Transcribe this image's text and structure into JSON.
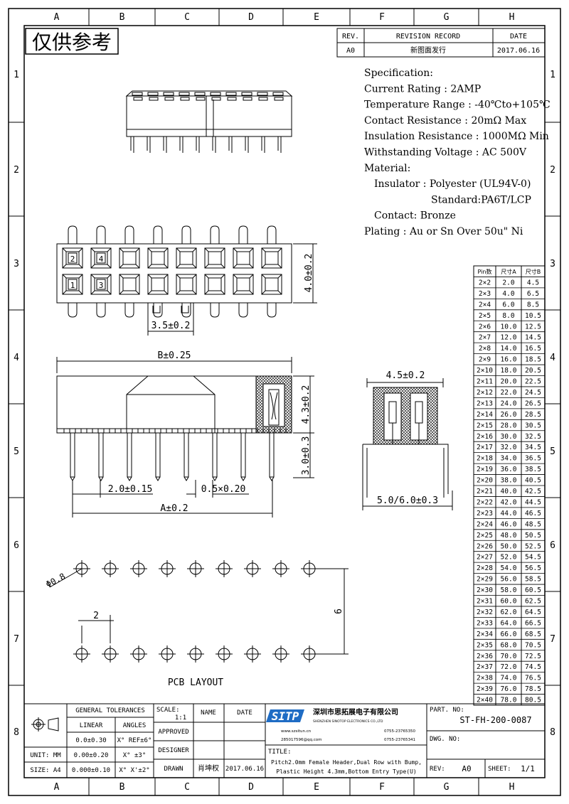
{
  "grid": {
    "cols": [
      "A",
      "B",
      "C",
      "D",
      "E",
      "F",
      "G",
      "H"
    ],
    "rows": [
      "1",
      "2",
      "3",
      "4",
      "5",
      "6",
      "7",
      "8"
    ]
  },
  "stamp": "仅供参考",
  "revision": {
    "rev_header": "REV.",
    "record_header": "REVISION RECORD",
    "date_header": "DATE",
    "rev": "A0",
    "record": "新图面发行",
    "date": "2017.06.16"
  },
  "spec": {
    "lines": [
      "Specification:",
      "Current Rating : 2AMP",
      "Temperature Range : -40℃to+105℃",
      "Contact Resistance : 20mΩ Max",
      "Insulation Resistance : 1000MΩ Min",
      "Withstanding Voltage : AC 500V",
      "Material:",
      "Insulator : Polyester (UL94V-0)",
      "Standard:PA6T/LCP",
      "Contact: Bronze",
      "Plating : Au or Sn Over 50u\" Ni"
    ]
  },
  "dims": {
    "top_height": "4.0±0.2",
    "top_pitch": "3.5±0.2",
    "b_width": "B±0.25",
    "h43": "4.3±0.2",
    "h30": "3.0±0.3",
    "pitch": "2.0±0.15",
    "pin": "0.5×0.20",
    "a_width": "A±0.2",
    "side_top": "4.5±0.2",
    "side_bottom": "5.0/6.0±0.3",
    "pad_dia": "Φ0.8",
    "pcb_pitch": "2",
    "pcb_row": "6",
    "pcb_title": "PCB LAYOUT"
  },
  "pin_labels": [
    "2",
    "4",
    "1",
    "3"
  ],
  "table": {
    "headers": [
      "Pin数",
      "尺寸A",
      "尺寸B"
    ],
    "rows": [
      [
        "2×2",
        "2.0",
        "4.5"
      ],
      [
        "2×3",
        "4.0",
        "6.5"
      ],
      [
        "2×4",
        "6.0",
        "8.5"
      ],
      [
        "2×5",
        "8.0",
        "10.5"
      ],
      [
        "2×6",
        "10.0",
        "12.5"
      ],
      [
        "2×7",
        "12.0",
        "14.5"
      ],
      [
        "2×8",
        "14.0",
        "16.5"
      ],
      [
        "2×9",
        "16.0",
        "18.5"
      ],
      [
        "2×10",
        "18.0",
        "20.5"
      ],
      [
        "2×11",
        "20.0",
        "22.5"
      ],
      [
        "2×12",
        "22.0",
        "24.5"
      ],
      [
        "2×13",
        "24.0",
        "26.5"
      ],
      [
        "2×14",
        "26.0",
        "28.5"
      ],
      [
        "2×15",
        "28.0",
        "30.5"
      ],
      [
        "2×16",
        "30.0",
        "32.5"
      ],
      [
        "2×17",
        "32.0",
        "34.5"
      ],
      [
        "2×18",
        "34.0",
        "36.5"
      ],
      [
        "2×19",
        "36.0",
        "38.5"
      ],
      [
        "2×20",
        "38.0",
        "40.5"
      ],
      [
        "2×21",
        "40.0",
        "42.5"
      ],
      [
        "2×22",
        "42.0",
        "44.5"
      ],
      [
        "2×23",
        "44.0",
        "46.5"
      ],
      [
        "2×24",
        "46.0",
        "48.5"
      ],
      [
        "2×25",
        "48.0",
        "50.5"
      ],
      [
        "2×26",
        "50.0",
        "52.5"
      ],
      [
        "2×27",
        "52.0",
        "54.5"
      ],
      [
        "2×28",
        "54.0",
        "56.5"
      ],
      [
        "2×29",
        "56.0",
        "58.5"
      ],
      [
        "2×30",
        "58.0",
        "60.5"
      ],
      [
        "2×31",
        "60.0",
        "62.5"
      ],
      [
        "2×32",
        "62.0",
        "64.5"
      ],
      [
        "2×33",
        "64.0",
        "66.5"
      ],
      [
        "2×34",
        "66.0",
        "68.5"
      ],
      [
        "2×35",
        "68.0",
        "70.5"
      ],
      [
        "2×36",
        "70.0",
        "72.5"
      ],
      [
        "2×37",
        "72.0",
        "74.5"
      ],
      [
        "2×38",
        "74.0",
        "76.5"
      ],
      [
        "2×39",
        "76.0",
        "78.5"
      ],
      [
        "2×40",
        "78.0",
        "80.5"
      ]
    ]
  },
  "title_block": {
    "gen_tol": "GENERAL TOLERANCES",
    "linear": "LINEAR",
    "angles": "ANGLES",
    "tol1": "0.0±0.30",
    "ang1": "X° REF±6°",
    "tol2": "0.00±0.20",
    "ang2": "X° ±3°",
    "tol3": "0.000±0.10",
    "ang3": "X° X'±2°",
    "unit": "UNIT: MM",
    "size": "SIZE: A4",
    "scale_label": "SCALE:",
    "scale": "1:1",
    "name": "NAME",
    "date": "DATE",
    "approved": "APPROVED",
    "designer": "DESIGNER",
    "drawn": "DRAWN",
    "drawn_name": "肖坤权",
    "drawn_date": "2017.06.16",
    "company_cn": "深圳市思拓展电子有限公司",
    "company_en": "SHENZHEN SINOTOP ELECTRONICS CO.,LTD",
    "web": "www.szsitun.cn",
    "email": "285017596@qq.com",
    "tel1": "0755-23765350",
    "tel2": "0755-23765341",
    "logo": "SITP",
    "title_label": "TITLE:",
    "title1": "Pitch2.0mm Female Header,Dual Row with Bump,",
    "title2": "Plastic Height 4.3mm,Bottom Entry Type(U)",
    "part_label": "PART. NO:",
    "part_no": "ST-FH-200-0087",
    "dwg_label": "DWG. NO:",
    "rev_label": "REV:",
    "rev": "A0",
    "sheet_label": "SHEET:",
    "sheet": "1/1"
  }
}
